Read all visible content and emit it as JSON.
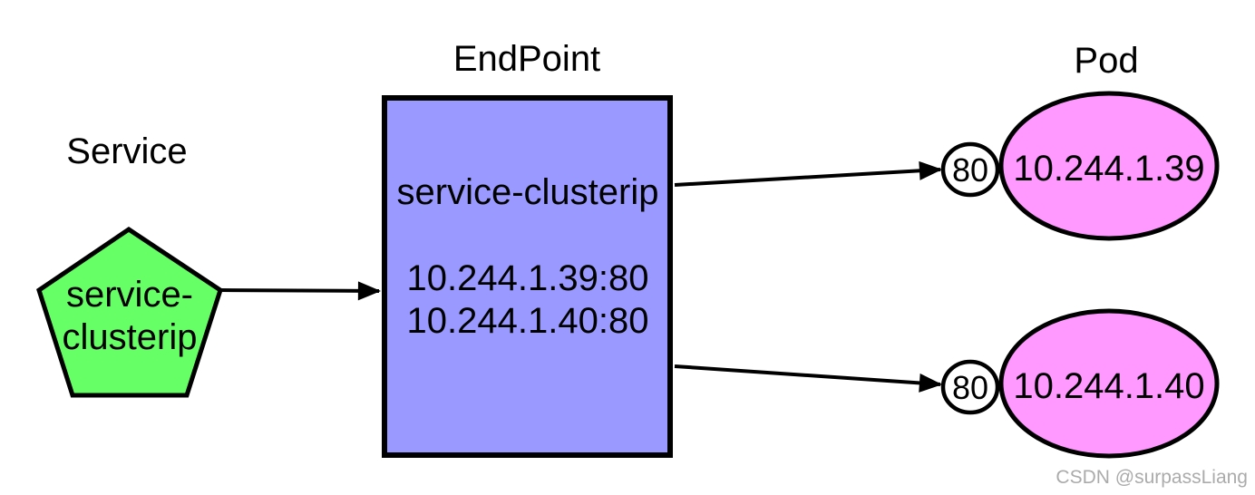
{
  "colors": {
    "background": "#ffffff",
    "service_fill": "#66ff66",
    "endpoint_fill": "#9999ff",
    "pod_fill": "#ff99ff",
    "port_fill": "#ffffff",
    "stroke": "#000000",
    "watermark": "#ababab"
  },
  "sections": {
    "service": "Service",
    "endpoint": "EndPoint",
    "pod": "Pod"
  },
  "service_node": {
    "label_line1": "service-",
    "label_line2": "clusterip"
  },
  "endpoint_node": {
    "name": "service-clusterip",
    "addresses": [
      "10.244.1.39:80",
      "10.244.1.40:80"
    ]
  },
  "pod_nodes": [
    {
      "port": "80",
      "ip": "10.244.1.39"
    },
    {
      "port": "80",
      "ip": "10.244.1.40"
    }
  ],
  "watermark": {
    "text": "CSDN @surpassLiang"
  }
}
